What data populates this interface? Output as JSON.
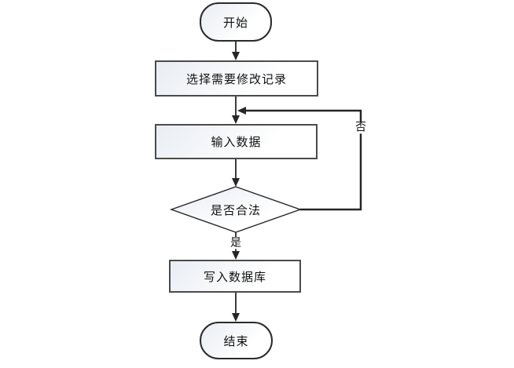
{
  "diagram": {
    "type": "flowchart",
    "nodes": [
      {
        "id": "start",
        "shape": "terminator",
        "label": "开始"
      },
      {
        "id": "select-record",
        "shape": "process",
        "label": "选择需要修改记录"
      },
      {
        "id": "input-data",
        "shape": "process",
        "label": "输入数据"
      },
      {
        "id": "validity-check",
        "shape": "decision",
        "label": "是否合法"
      },
      {
        "id": "write-db",
        "shape": "process",
        "label": "写入数据库"
      },
      {
        "id": "end",
        "shape": "terminator",
        "label": "结束"
      }
    ],
    "edges": [
      {
        "from": "start",
        "to": "select-record",
        "label": ""
      },
      {
        "from": "select-record",
        "to": "input-data",
        "label": ""
      },
      {
        "from": "input-data",
        "to": "validity-check",
        "label": ""
      },
      {
        "from": "validity-check",
        "to": "write-db",
        "label": "是"
      },
      {
        "from": "validity-check",
        "to": "input-data",
        "label": "否"
      },
      {
        "from": "write-db",
        "to": "end",
        "label": ""
      }
    ],
    "edge_labels": {
      "yes": "是",
      "no": "否"
    },
    "colors": {
      "background": "#ffffff",
      "line": "#262626",
      "node_border": "#4b4b4b",
      "fill_top": "#e9edf3",
      "fill_bottom": "#ffffff",
      "text": "#111111"
    }
  }
}
